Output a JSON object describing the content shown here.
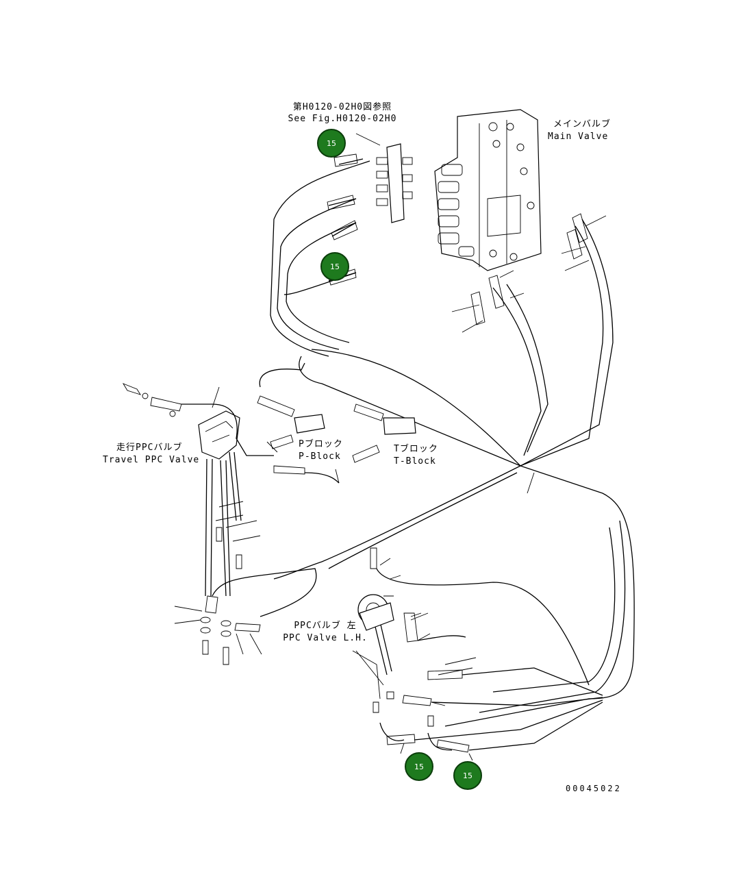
{
  "labels": {
    "see_fig_jp": "第H0120-02H0図参照",
    "see_fig_en": "See Fig.H0120-02H0",
    "main_valve_jp": "メインバルブ",
    "main_valve_en": "Main Valve",
    "travel_ppc_jp": "走行PPCバルブ",
    "travel_ppc_en": "Travel PPC Valve",
    "p_block_jp": "Pブロック",
    "p_block_en": "P-Block",
    "t_block_jp": "Tブロック",
    "t_block_en": "T-Block",
    "ppc_valve_lh_jp": "PPCバルブ 左",
    "ppc_valve_lh_en": "PPC Valve L.H.",
    "figure_number": "00045022"
  },
  "callouts": [
    {
      "id": "callout-1",
      "number": "15"
    },
    {
      "id": "callout-2",
      "number": "15"
    },
    {
      "id": "callout-3",
      "number": "15"
    },
    {
      "id": "callout-4",
      "number": "15"
    }
  ],
  "colors": {
    "callout_fill": "#1e7a1e",
    "line": "#000000",
    "background": "#ffffff"
  }
}
